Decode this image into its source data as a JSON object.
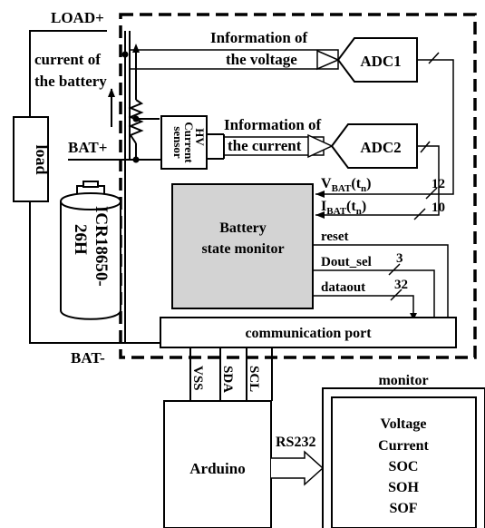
{
  "nodes": {
    "load_plus": "LOAD+",
    "bat_plus": "BAT+",
    "bat_minus": "BAT-",
    "current_of_battery": [
      "current of",
      "the battery"
    ]
  },
  "load": "load",
  "battery": {
    "model_line1": "ICR18650-",
    "model_line2": "26H"
  },
  "sensor": {
    "line1": "HV",
    "line2": "Current",
    "line3": "sensor"
  },
  "voltage_info": [
    "Information of",
    "the voltage"
  ],
  "current_info": [
    "Information of",
    "the current"
  ],
  "adc1": "ADC1",
  "adc2": "ADC2",
  "vbat": {
    "main": "V",
    "sub": "BAT",
    "tail": "(t",
    "tsub": "n",
    "close": ")",
    "bits": "12"
  },
  "ibat": {
    "main": "I",
    "sub": "BAT",
    "tail": "(t",
    "tsub": "n",
    "close": ")",
    "bits": "10"
  },
  "monitor_block": [
    "Battery",
    "state monitor"
  ],
  "signals": {
    "reset": "reset",
    "dout_sel": "Dout_sel",
    "dout_sel_bits": "3",
    "dataout": "dataout",
    "dataout_bits": "32"
  },
  "comm_port": "communication port",
  "bus": {
    "vss": "VSS",
    "sda": "SDA",
    "scl": "SCL"
  },
  "arduino": "Arduino",
  "rs232": "RS232",
  "monitor": {
    "title": "monitor",
    "items": [
      "Voltage",
      "Current",
      "SOC",
      "SOH",
      "SOF"
    ]
  },
  "colors": {
    "monitor_fill": "#d3d3d3",
    "line": "#000000"
  }
}
